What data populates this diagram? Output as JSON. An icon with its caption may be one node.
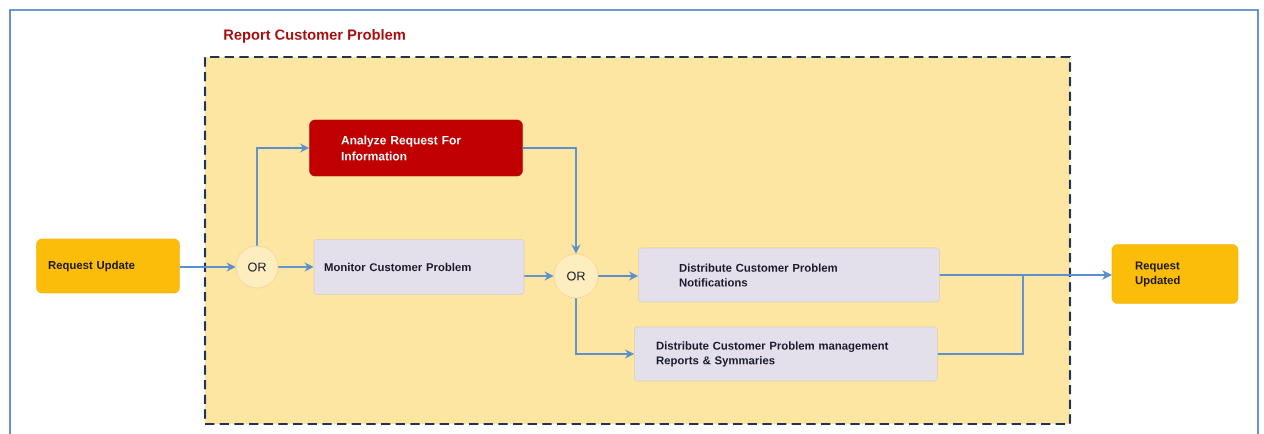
{
  "diagram": {
    "nodes": [
      {
        "text": [
          "Report Customer Problem"
        ]
      },
      {
        "text": [
          "Request Update"
        ]
      },
      {
        "text": [
          "OR"
        ],
        "in": 0
      },
      {
        "text": [
          "Analyze Request For Information"
        ],
        "in": 0
      },
      {
        "text": [
          "Monitor Customer Problem"
        ],
        "in": 0
      },
      {
        "text": [
          "OR"
        ],
        "in": 0
      },
      {
        "text": [
          "Distribute Customer Problem Notifications"
        ],
        "in": 0
      },
      {
        "text": [
          "Distribute Customer Problem management Reports & Symmaries"
        ],
        "in": 0
      },
      {
        "text": [
          "Request Updated"
        ]
      }
    ],
    "edges": [
      {
        "from": 1,
        "to": 2,
        "arrow": "to"
      },
      {
        "from": 2,
        "to": 3,
        "arrow": "to"
      },
      {
        "from": 2,
        "to": 4,
        "arrow": "to"
      },
      {
        "from": 3,
        "to": 5,
        "arrow": "to"
      },
      {
        "from": 4,
        "to": 5,
        "arrow": "to"
      },
      {
        "from": 5,
        "to": 6,
        "arrow": "to"
      },
      {
        "from": 5,
        "to": 7,
        "arrow": "to"
      },
      {
        "from": 6,
        "to": 8,
        "arrow": "to"
      },
      {
        "from": 7,
        "to": 8,
        "arrow": "to"
      }
    ]
  }
}
